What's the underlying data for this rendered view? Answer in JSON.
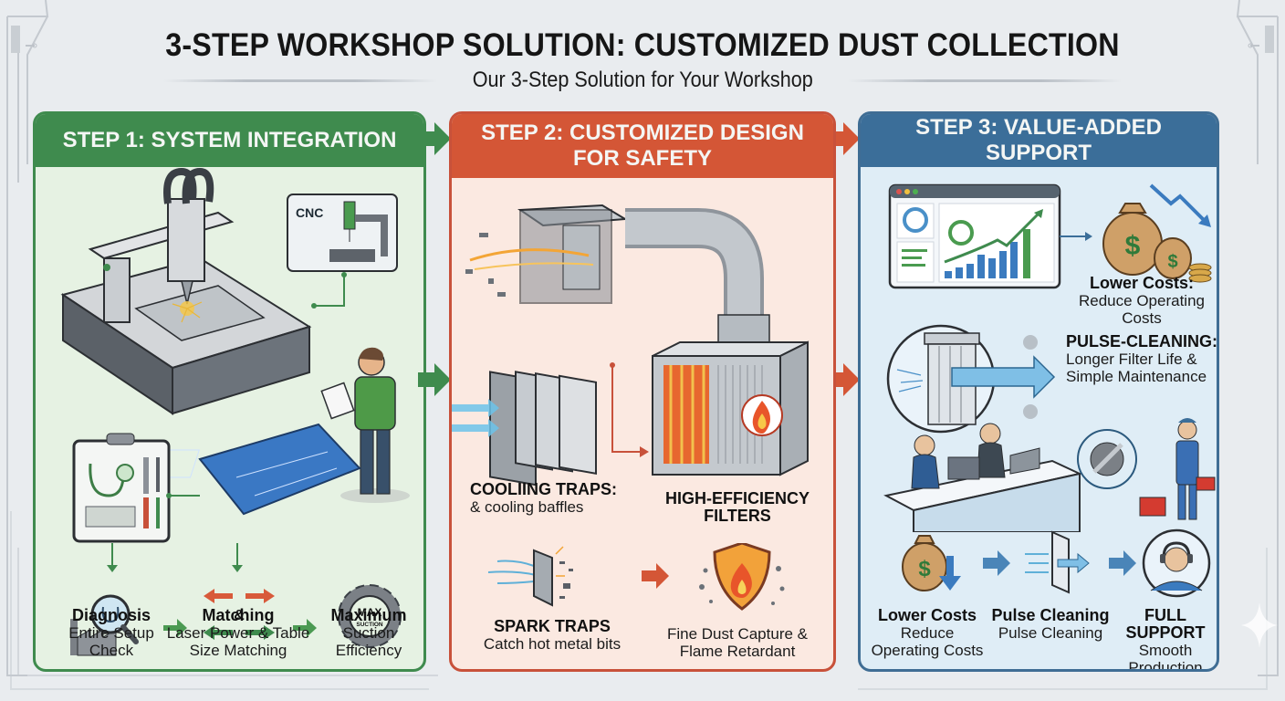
{
  "header": {
    "title": "3-STEP WORKSHOP SOLUTION: CUSTOMIZED DUST COLLECTION",
    "subtitle": "Our 3-Step Solution for Your Workshop"
  },
  "colors": {
    "step1": "#3f8b4e",
    "step2": "#d45636",
    "step3": "#3b6e99",
    "background": "#e9ecef"
  },
  "steps": [
    {
      "title": "STEP 1: SYSTEM INTEGRATION",
      "illustrations": [
        "cnc-laser-machine",
        "cnc-schematic-card",
        "engineer-with-clipboard",
        "diagnostic-toolboard",
        "blueprint"
      ],
      "inset_label": "CNC",
      "process": [
        {
          "icon": "factory-magnifier-icon",
          "title": "Diagnosis",
          "desc": "Entire Setup Check"
        },
        {
          "icon": "matching-arrows-icon",
          "symbol": "&",
          "title": "Matching",
          "desc": "Laser Power & Table Size Matching"
        },
        {
          "icon": "gear-icon",
          "badge_top": "MAX",
          "badge_bottom": "SUCTION",
          "title": "Maximum",
          "desc": "Suction Efficiency"
        }
      ]
    },
    {
      "title": "STEP 2: CUSTOMIZED DESIGN FOR SAFETY",
      "features": [
        {
          "title": "COOLIING TRAPS:",
          "desc": "& cooling baffles"
        },
        {
          "title": "HIGH-EFFICIENCY FILTERS",
          "desc": ""
        },
        {
          "title": "SPARK TRAPS",
          "desc": "Catch hot metal bits"
        },
        {
          "title": "",
          "desc": "Fine Dust Capture & Flame Retardant"
        }
      ]
    },
    {
      "title": "STEP 3: VALUE-ADDED SUPPORT",
      "features": [
        {
          "title": "Lower Costs:",
          "desc": "Reduce Operating Costs"
        },
        {
          "title": "PULSE-CLEANING:",
          "desc": "Longer Filter Life & Simple Maintenance"
        }
      ],
      "process": [
        {
          "icon": "money-bag-down-icon",
          "title": "Lower Costs",
          "desc": "Reduce Operating Costs"
        },
        {
          "icon": "pulse-filter-icon",
          "title": "Pulse Cleaning",
          "desc": "Pulse Cleaning"
        },
        {
          "icon": "headset-agent-icon",
          "title": "FULL SUPPORT",
          "desc": "Smooth Production"
        }
      ]
    }
  ]
}
